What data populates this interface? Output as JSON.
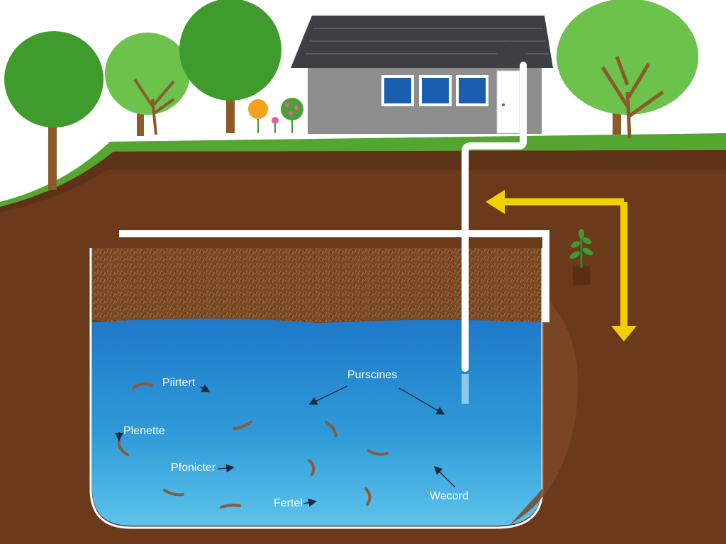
{
  "diagram": {
    "labels": [
      {
        "id": "purifier",
        "text": "Piirtert"
      },
      {
        "id": "purscines",
        "text": "Purscines"
      },
      {
        "id": "plenette",
        "text": "Plenette"
      },
      {
        "id": "pronicter",
        "text": "Pfonicter"
      },
      {
        "id": "fertel",
        "text": "Fertel"
      },
      {
        "id": "wecord",
        "text": "Wecord"
      }
    ],
    "colors": {
      "sky": "#ffffff",
      "grass": "#55a630",
      "soil": "#6b3a1b",
      "topsoil_layer": "#7a4a26",
      "water_top": "#1f78c8",
      "water_bottom": "#5cc3ea",
      "pipe": "#ffffff",
      "arrow": "#f0d000",
      "house_wall": "#8e8e8e",
      "house_roof": "#3d3f44",
      "window": "#1a5eb0",
      "tree_canopy": "#3e9b2c",
      "tree_trunk": "#8a5a2b",
      "worm": "#8a5a3c"
    },
    "icons": [
      "house-icon",
      "tree-icon",
      "flower-icon",
      "potted-plant-icon",
      "flow-arrow-icon",
      "worm-icon"
    ]
  }
}
